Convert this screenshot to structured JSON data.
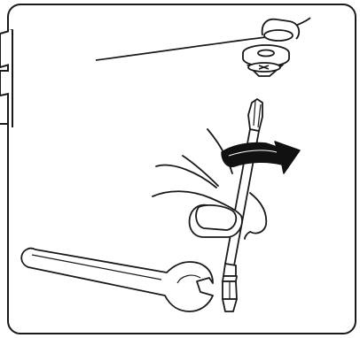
{
  "figure": {
    "type": "assembly-instruction-line-drawing",
    "line_color": "#1a1a1a",
    "fill_color": "#ffffff",
    "rotation_arrow_color": "#111111",
    "icons": {
      "frame": "rounded-frame",
      "panel_edge": "panel-edge-icon",
      "screw": "countersunk-screw-icon",
      "washer": "washer-icon",
      "tool": "torx-screwdriver-bit-icon",
      "hand": "hand-icon",
      "arrow": "rotation-arrow-icon",
      "wrench": "open-end-wrench-icon"
    },
    "action": "tighten-clockwise"
  }
}
